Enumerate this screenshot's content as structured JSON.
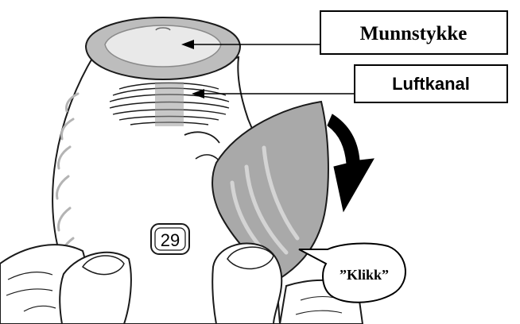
{
  "labels": {
    "mouthpiece": "Munnstykke",
    "air_channel": "Luftkanal",
    "click": "”Klikk”"
  },
  "counter": {
    "value": "29"
  },
  "colors": {
    "outline": "#1a1a1a",
    "body": "#ffffff",
    "cover": "#a9a9a9",
    "cover_ridge": "#d4d4d4",
    "mouthpiece": "#bdbdbd",
    "arrow": "#000000"
  }
}
